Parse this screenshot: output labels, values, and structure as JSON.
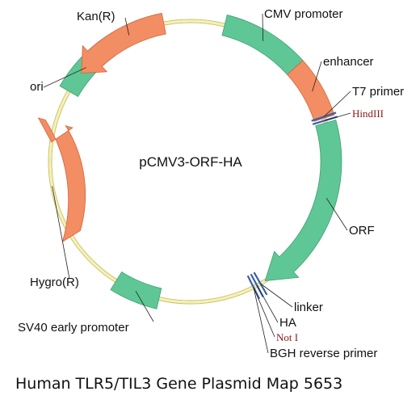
{
  "plasmid_name": "pCMV3-ORF-HA",
  "caption": "Human TLR5/TIL3 Gene Plasmid Map 5653",
  "colors": {
    "backbone": "#f6f0b4",
    "backbone_stroke": "#c9bf6a",
    "green": "#5fc795",
    "green_stroke": "#3f9f73",
    "orange": "#f38d63",
    "orange_stroke": "#d1663b",
    "site": "#3a5fa8",
    "red_text": "#8b1a1a"
  },
  "labels": {
    "cmv": "CMV promoter",
    "enhancer": "enhancer",
    "t7": "T7 primer",
    "hindiii": "HindIII",
    "orf": "ORF",
    "linker": "linker",
    "ha": "HA",
    "noti": "Not I",
    "bgh": "BGH reverse primer",
    "sv40": "SV40 early promoter",
    "hygro": "Hygro(R)",
    "ori": "ori",
    "kan": "Kan(R)"
  }
}
